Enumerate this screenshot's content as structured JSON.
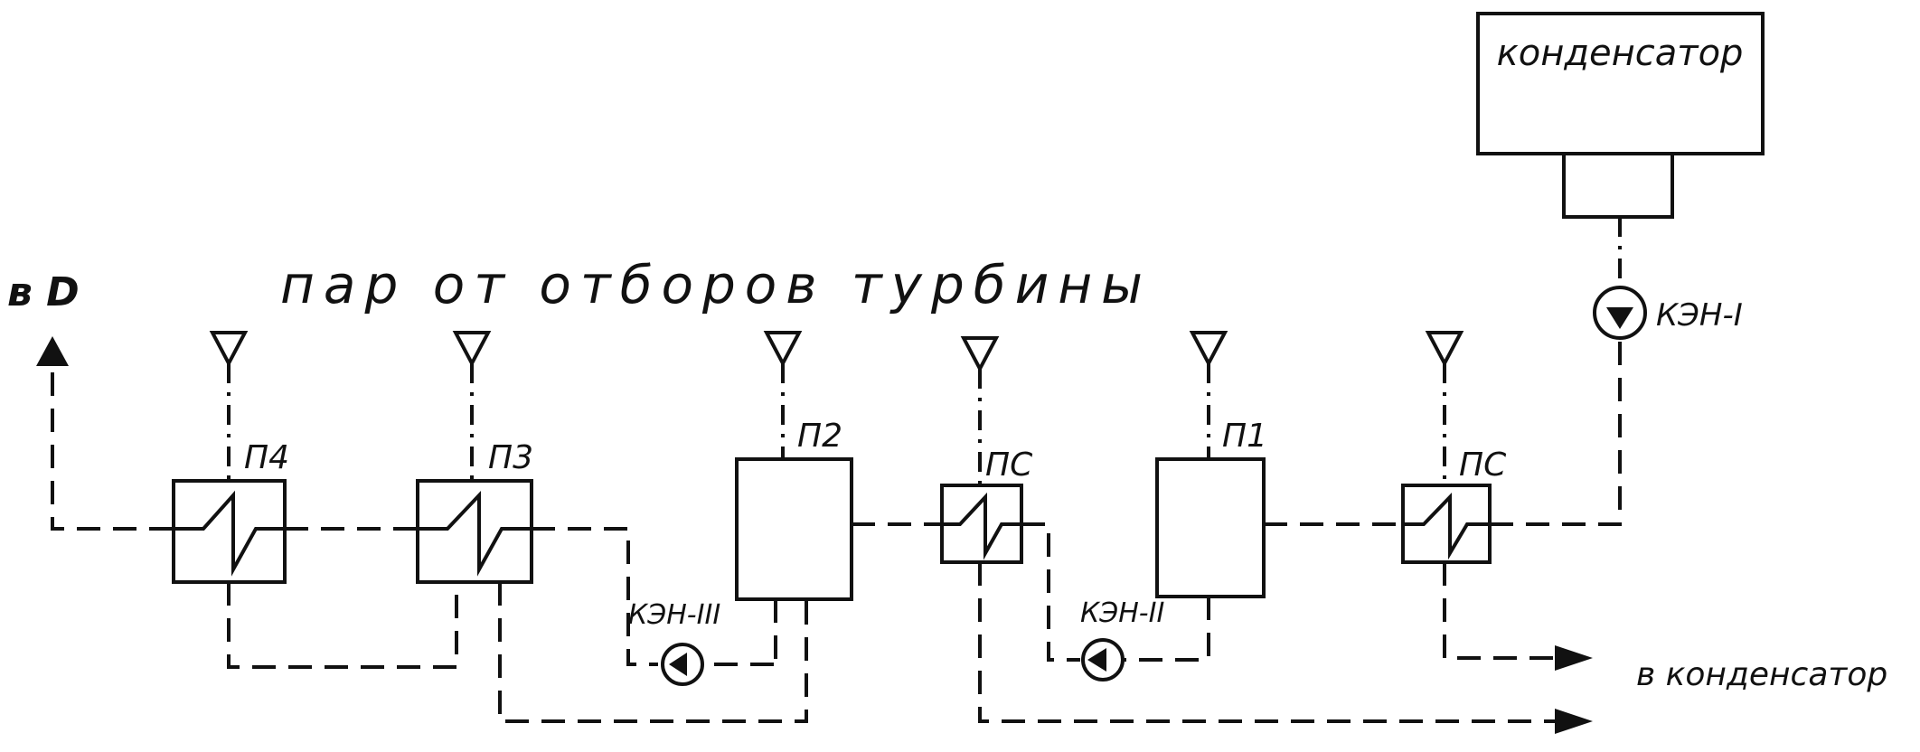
{
  "labels": {
    "condenser": "конденсатор",
    "steam_header": "пар от отборов турбины",
    "to_deaerator": "в D",
    "to_condenser": "в конденсатор",
    "p4": "П4",
    "p3": "П3",
    "p2": "П2",
    "ps_left": "ПС",
    "p1": "П1",
    "ps_right": "ПС",
    "pump_1": "КЭН-I",
    "pump_2": "КЭН-II",
    "pump_3": "КЭН-III"
  },
  "colors": {
    "ink": "#111111",
    "background": "#ffffff"
  },
  "icons": {
    "steam_tap": "triangle-down-icon",
    "pump": "circle-pump-icon",
    "flow_arrow": "arrow-icon"
  }
}
